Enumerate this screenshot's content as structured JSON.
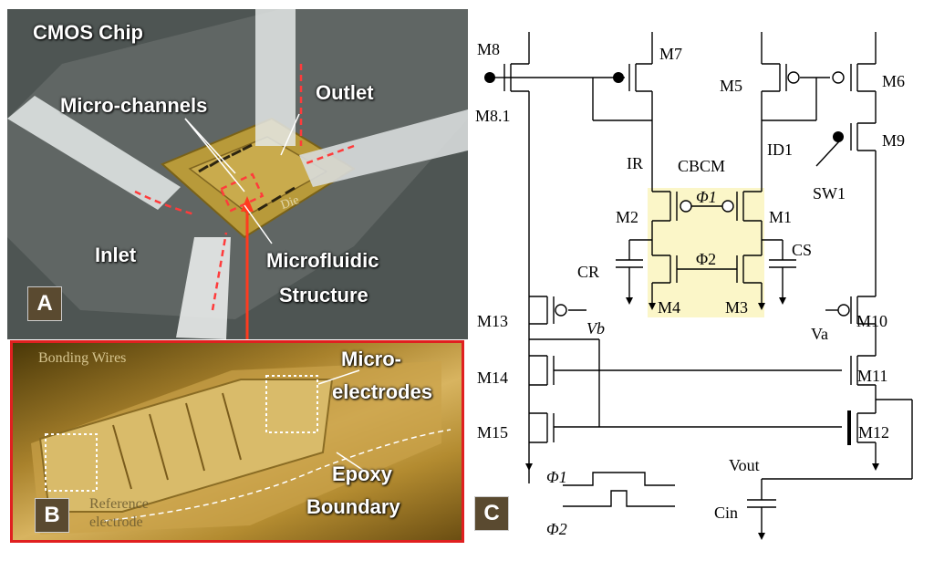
{
  "panel_a": {
    "letter": "A",
    "labels": {
      "cmos_chip": "CMOS Chip",
      "micro_channels": "Micro-channels",
      "outlet": "Outlet",
      "inlet": "Inlet",
      "microfluidic_1": "Microfluidic",
      "microfluidic_2": "Structure",
      "die": "Die"
    }
  },
  "panel_b": {
    "letter": "B",
    "labels": {
      "bonding_wires": "Bonding Wires",
      "micro_1": "Micro-",
      "micro_2": "electrodes",
      "epoxy_1": "Epoxy",
      "epoxy_2": "Boundary",
      "ref_1": "Reference",
      "ref_2": "electrode"
    }
  },
  "panel_c": {
    "letter": "C",
    "transistors": {
      "m8": "M8",
      "m81": "M8.1",
      "m7": "M7",
      "m5": "M5",
      "m6": "M6",
      "m9": "M9",
      "m2": "M2",
      "m1": "M1",
      "m4": "M4",
      "m3": "M3",
      "m13": "M13",
      "m10": "M10",
      "m14": "M14",
      "m11": "M11",
      "m15": "M15",
      "m12": "M12"
    },
    "labels": {
      "ir": "IR",
      "cbcm": "CBCM",
      "id1": "ID1",
      "sw1": "SW1",
      "phi1": "Φ1",
      "phi2": "Φ2",
      "cr": "CR",
      "cs": "CS",
      "vb": "Vb",
      "va": "Va",
      "vout": "Vout",
      "cin": "Cin"
    },
    "colors": {
      "cbcm_highlight": "#fbf6c8",
      "wire": "#000000"
    }
  }
}
